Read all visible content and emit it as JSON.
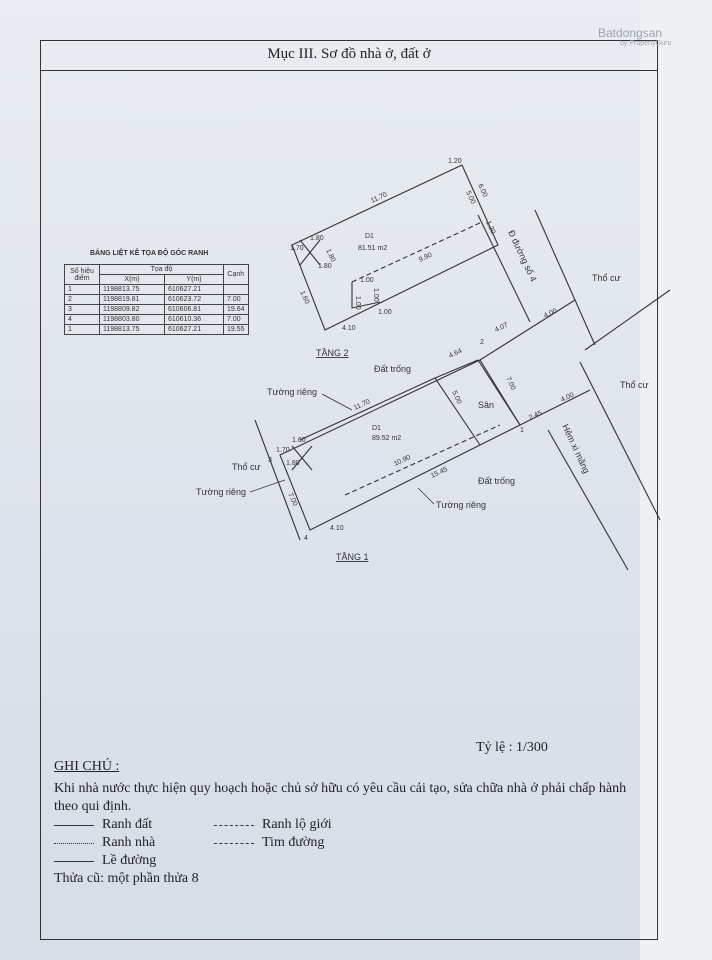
{
  "title": "Mục III. Sơ đồ nhà ở, đất ở",
  "watermark": {
    "brand": "Batdongsan",
    "sub": "by PropertyGuru"
  },
  "coord_table": {
    "title": "BẢNG LIỆT KÊ TỌA ĐỘ GÓC RANH",
    "headers": {
      "point": "Số hiệu điểm",
      "coords": "Tọa độ",
      "x": "X(m)",
      "y": "Y(m)",
      "edge": "Cạnh"
    },
    "rows": [
      {
        "pt": "1",
        "x": "1198813.75",
        "y": "610627.21",
        "edge": ""
      },
      {
        "pt": "2",
        "x": "1198819.81",
        "y": "610623.72",
        "edge": "7.00"
      },
      {
        "pt": "3",
        "x": "1198809.82",
        "y": "610606.81",
        "edge": "19.64"
      },
      {
        "pt": "4",
        "x": "1198803.80",
        "y": "610610.36",
        "edge": "7.00"
      },
      {
        "pt": "1",
        "x": "1198813.75",
        "y": "610627.21",
        "edge": "19.55"
      }
    ]
  },
  "floor2": {
    "label": "TẦNG 2",
    "room": "D1",
    "area": "81.51 m2",
    "dims": {
      "top": "11.70",
      "inner": "9.90",
      "bottom": "4.10",
      "right_top": "1.20",
      "right_a": "6.00",
      "right_b": "5.00",
      "right_c": "1.20",
      "left_a": "1.70",
      "left_b": "1.80",
      "left_c": "1.80",
      "left_d": "1.80",
      "mid_a": "1.00",
      "mid_b": "1.00",
      "mid_c": "1.00",
      "mid_d": "1.00",
      "left_side": "1.60"
    }
  },
  "floor1": {
    "label": "TẦNG 1",
    "room": "D1",
    "area": "89.52 m2",
    "dims": {
      "top": "11.70",
      "inner": "10.90",
      "bottom_long": "15.45",
      "bottom": "4.10",
      "left": "7.00",
      "right": "5.00",
      "front_a": "4.64",
      "front_b": "4.07",
      "yard_side": "7.00",
      "right_edge": "2.45",
      "far_right": "4.00",
      "far_right2": "4.00",
      "l_a": "1.70",
      "l_b": "1.60",
      "l_c": "1.80"
    }
  },
  "labels": {
    "street": "Đ đường số 4",
    "alley": "Hẻm xi măng",
    "resident1": "Thổ cư",
    "resident2": "Thổ cư",
    "resident3": "Thổ cư",
    "empty_land1": "Đất trống",
    "empty_land2": "Đất trống",
    "private_wall1": "Tường riêng",
    "private_wall2": "Tường riêng",
    "private_wall3": "Tường riêng",
    "yard": "Sân",
    "pt1": "1",
    "pt2": "2",
    "pt3": "3",
    "pt4": "4"
  },
  "scale": "Tỷ lệ : 1/300",
  "notes": {
    "title": "GHI CHÚ :",
    "text": "Khi nhà nước thực hiện quy hoạch hoặc chủ sở hữu có yêu cầu cải tạo, sửa chữa nhà ở phải chấp hành theo qui định.",
    "legend": {
      "boundary_land": "Ranh đất",
      "boundary_road": "Ranh lộ giới",
      "boundary_house": "Ranh nhà",
      "center_road": "Tim đường",
      "sidewalk": "Lề đường"
    },
    "old_plot": "Thửa cũ: một phần thửa 8"
  }
}
